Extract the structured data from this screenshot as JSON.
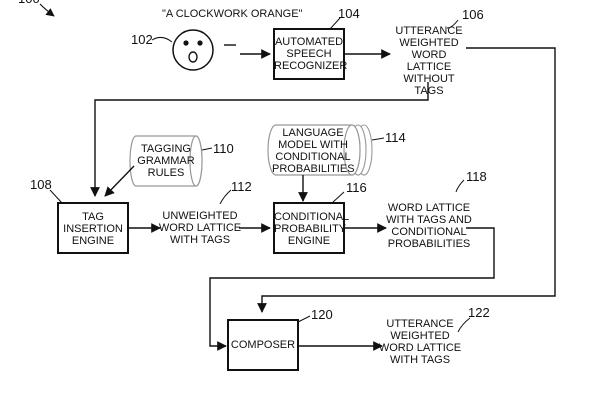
{
  "figure_ref": "100",
  "speaker": {
    "utterance": "\"A CLOCKWORK ORANGE\"",
    "ref": "102"
  },
  "boxes": {
    "speech_recognizer": {
      "label": "AUTOMATED\nSPEECH\nRECOGNIZER",
      "ref": "104"
    },
    "tag_insertion": {
      "label": "TAG\nINSERTION\nENGINE",
      "ref": "108"
    },
    "conditional_engine": {
      "label": "CONDITIONAL\nPROBABILITY\nENGINE",
      "ref": "116"
    },
    "composer": {
      "label": "COMPOSER",
      "ref": "120"
    }
  },
  "stores": {
    "tagging_rules": {
      "label": "TAGGING\nGRAMMAR\nRULES",
      "ref": "110"
    },
    "language_model": {
      "label": "LANGUAGE\nMODEL WITH\nCONDITIONAL\nPROBABILITIES",
      "ref": "114"
    }
  },
  "outputs": {
    "utterance_lattice": {
      "label": "UTTERANCE\nWEIGHTED\nWORD LATTICE\nWITHOUT TAGS",
      "ref": "106"
    },
    "unweighted_lattice": {
      "label": "UNWEIGHTED\nWORD LATTICE\nWITH TAGS",
      "ref": "112"
    },
    "tagged_lattice": {
      "label": "WORD LATTICE\nWITH TAGS AND\nCONDITIONAL\nPROBABILITIES",
      "ref": "118"
    },
    "final_lattice": {
      "label": "UTTERANCE\nWEIGHTED\nWORD LATTICE\nWITH TAGS",
      "ref": "122"
    }
  }
}
